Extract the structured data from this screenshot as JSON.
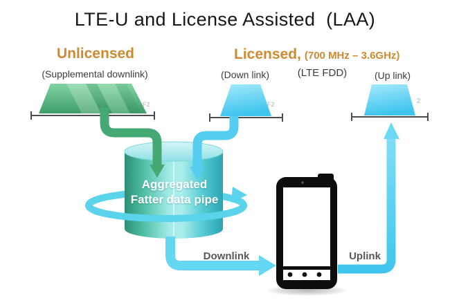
{
  "title": "LTE-U and License Assisted  (LAA)",
  "unlicensed": {
    "heading": "Unlicensed",
    "subtitle": "(Supplemental downlink)",
    "band_label": "F2"
  },
  "licensed": {
    "heading": "Licensed,",
    "range": "(700 MHz – 3.6GHz)",
    "mode": "(LTE FDD)",
    "downlink_label": "(Down link)",
    "downlink_band_label": "F2",
    "uplink_label": "(Up link)",
    "uplink_band_label": "2"
  },
  "pipe": {
    "line1": "Aggregated",
    "line2": "Fatter data pipe"
  },
  "flows": {
    "downlink": "Downlink",
    "uplink": "Uplink"
  },
  "icons": {
    "smartphone": "smartphone-icon",
    "aggregated_pipe": "cylinder-icon",
    "circulation": "circulation-arrow-icon"
  },
  "colors": {
    "accent_orange": "#CE8A31",
    "unlicensed_green": "#46A974",
    "licensed_cyan": "#55CCF0",
    "cylinder_teal": "#49BDB4",
    "label_gray": "#3C3C3C",
    "flow_label_gray": "#58585A",
    "band_marker_gray": "#C9C9C9",
    "title_black": "#161616"
  }
}
